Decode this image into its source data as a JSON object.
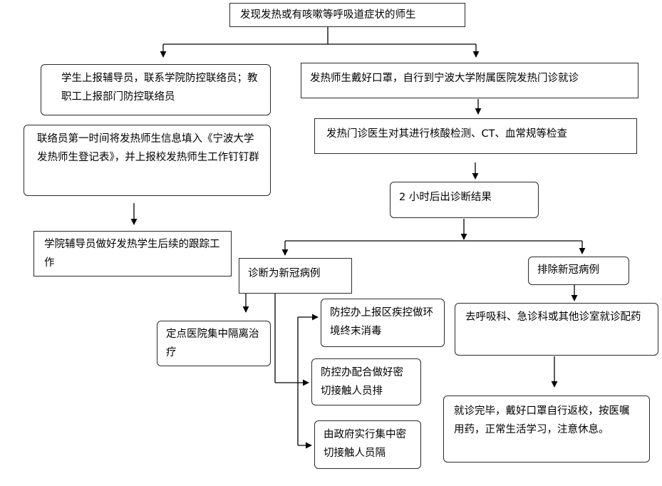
{
  "flowchart": {
    "nodes": {
      "start": "发现发热或有咳嗽等呼吸道症状的师生",
      "student_report": "学生上报辅导员，联系学院防控联络员；教职工上报部门防控联络员",
      "liaison_fill": "联络员第一时间将发热师生信息填入《宁波大学发热师生登记表》，并上报校发热师生工作钉钉群",
      "counselor_followup": "学院辅导员做好发热学生后续的跟踪工作",
      "go_clinic": "发热师生戴好口罩，自行到宁波大学附属医院发热门诊就诊",
      "clinic_tests": "发热门诊医生对其进行核酸检测、CT、血常规等检查",
      "result_2h": "2 小时后出诊断结果",
      "diagnosed": "诊断为新冠病例",
      "excluded": "排除新冠病例",
      "isolation_treatment": "定点医院集中隔离治疗",
      "report_disinfect": "防控办上报区疾控做环境终末消毒",
      "contact_trace": "防控办配合做好密切接触人员排",
      "gov_isolation": "由政府实行集中密切接触人员隔",
      "other_clinic": "去呼吸科、急诊科或其他诊室就诊配药",
      "return_school": "就诊完毕，戴好口罩自行返校，按医嘱用药，正常生活学习，注意休息。"
    }
  }
}
